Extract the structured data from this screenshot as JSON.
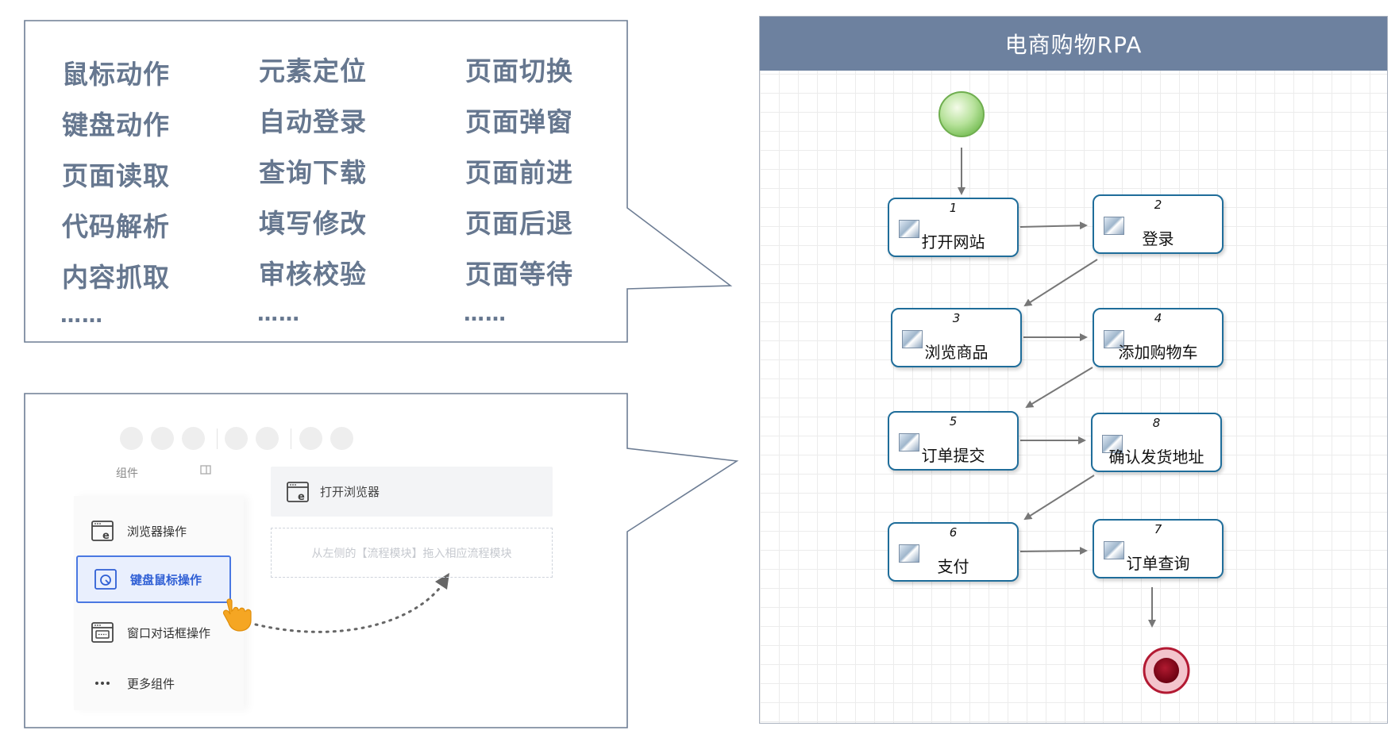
{
  "capabilities": {
    "col1": [
      "鼠标动作",
      "键盘动作",
      "页面读取",
      "代码解析",
      "内容抓取"
    ],
    "col2": [
      "元素定位",
      "自动登录",
      "查询下载",
      "填写修改",
      "审核校验"
    ],
    "col3": [
      "页面切换",
      "页面弹窗",
      "页面前进",
      "页面后退",
      "页面等待"
    ],
    "ellipsis": "……"
  },
  "components": {
    "header_label": "组件",
    "items": [
      "浏览器操作",
      "键盘鼠标操作",
      "窗口对话框操作",
      "更多组件"
    ],
    "canvas_item": "打开浏览器",
    "drop_hint": "从左侧的【流程模块】拖入相应流程模块"
  },
  "flow": {
    "title": "电商购物RPA",
    "nodes": [
      {
        "num": "1",
        "label": "打开网站"
      },
      {
        "num": "2",
        "label": "登录"
      },
      {
        "num": "3",
        "label": "浏览商品"
      },
      {
        "num": "4",
        "label": "添加购物车"
      },
      {
        "num": "5",
        "label": "订单提交"
      },
      {
        "num": "8",
        "label": "确认发货地址"
      },
      {
        "num": "6",
        "label": "支付"
      },
      {
        "num": "7",
        "label": "订单查询"
      }
    ]
  },
  "colors": {
    "capability_text": "#66778f",
    "header_bar": "#6d819f",
    "node_border": "#1f6d9a",
    "start_node": "#8fd17a",
    "end_node": "#8e0b1e",
    "active_component": "#4a78e2"
  }
}
